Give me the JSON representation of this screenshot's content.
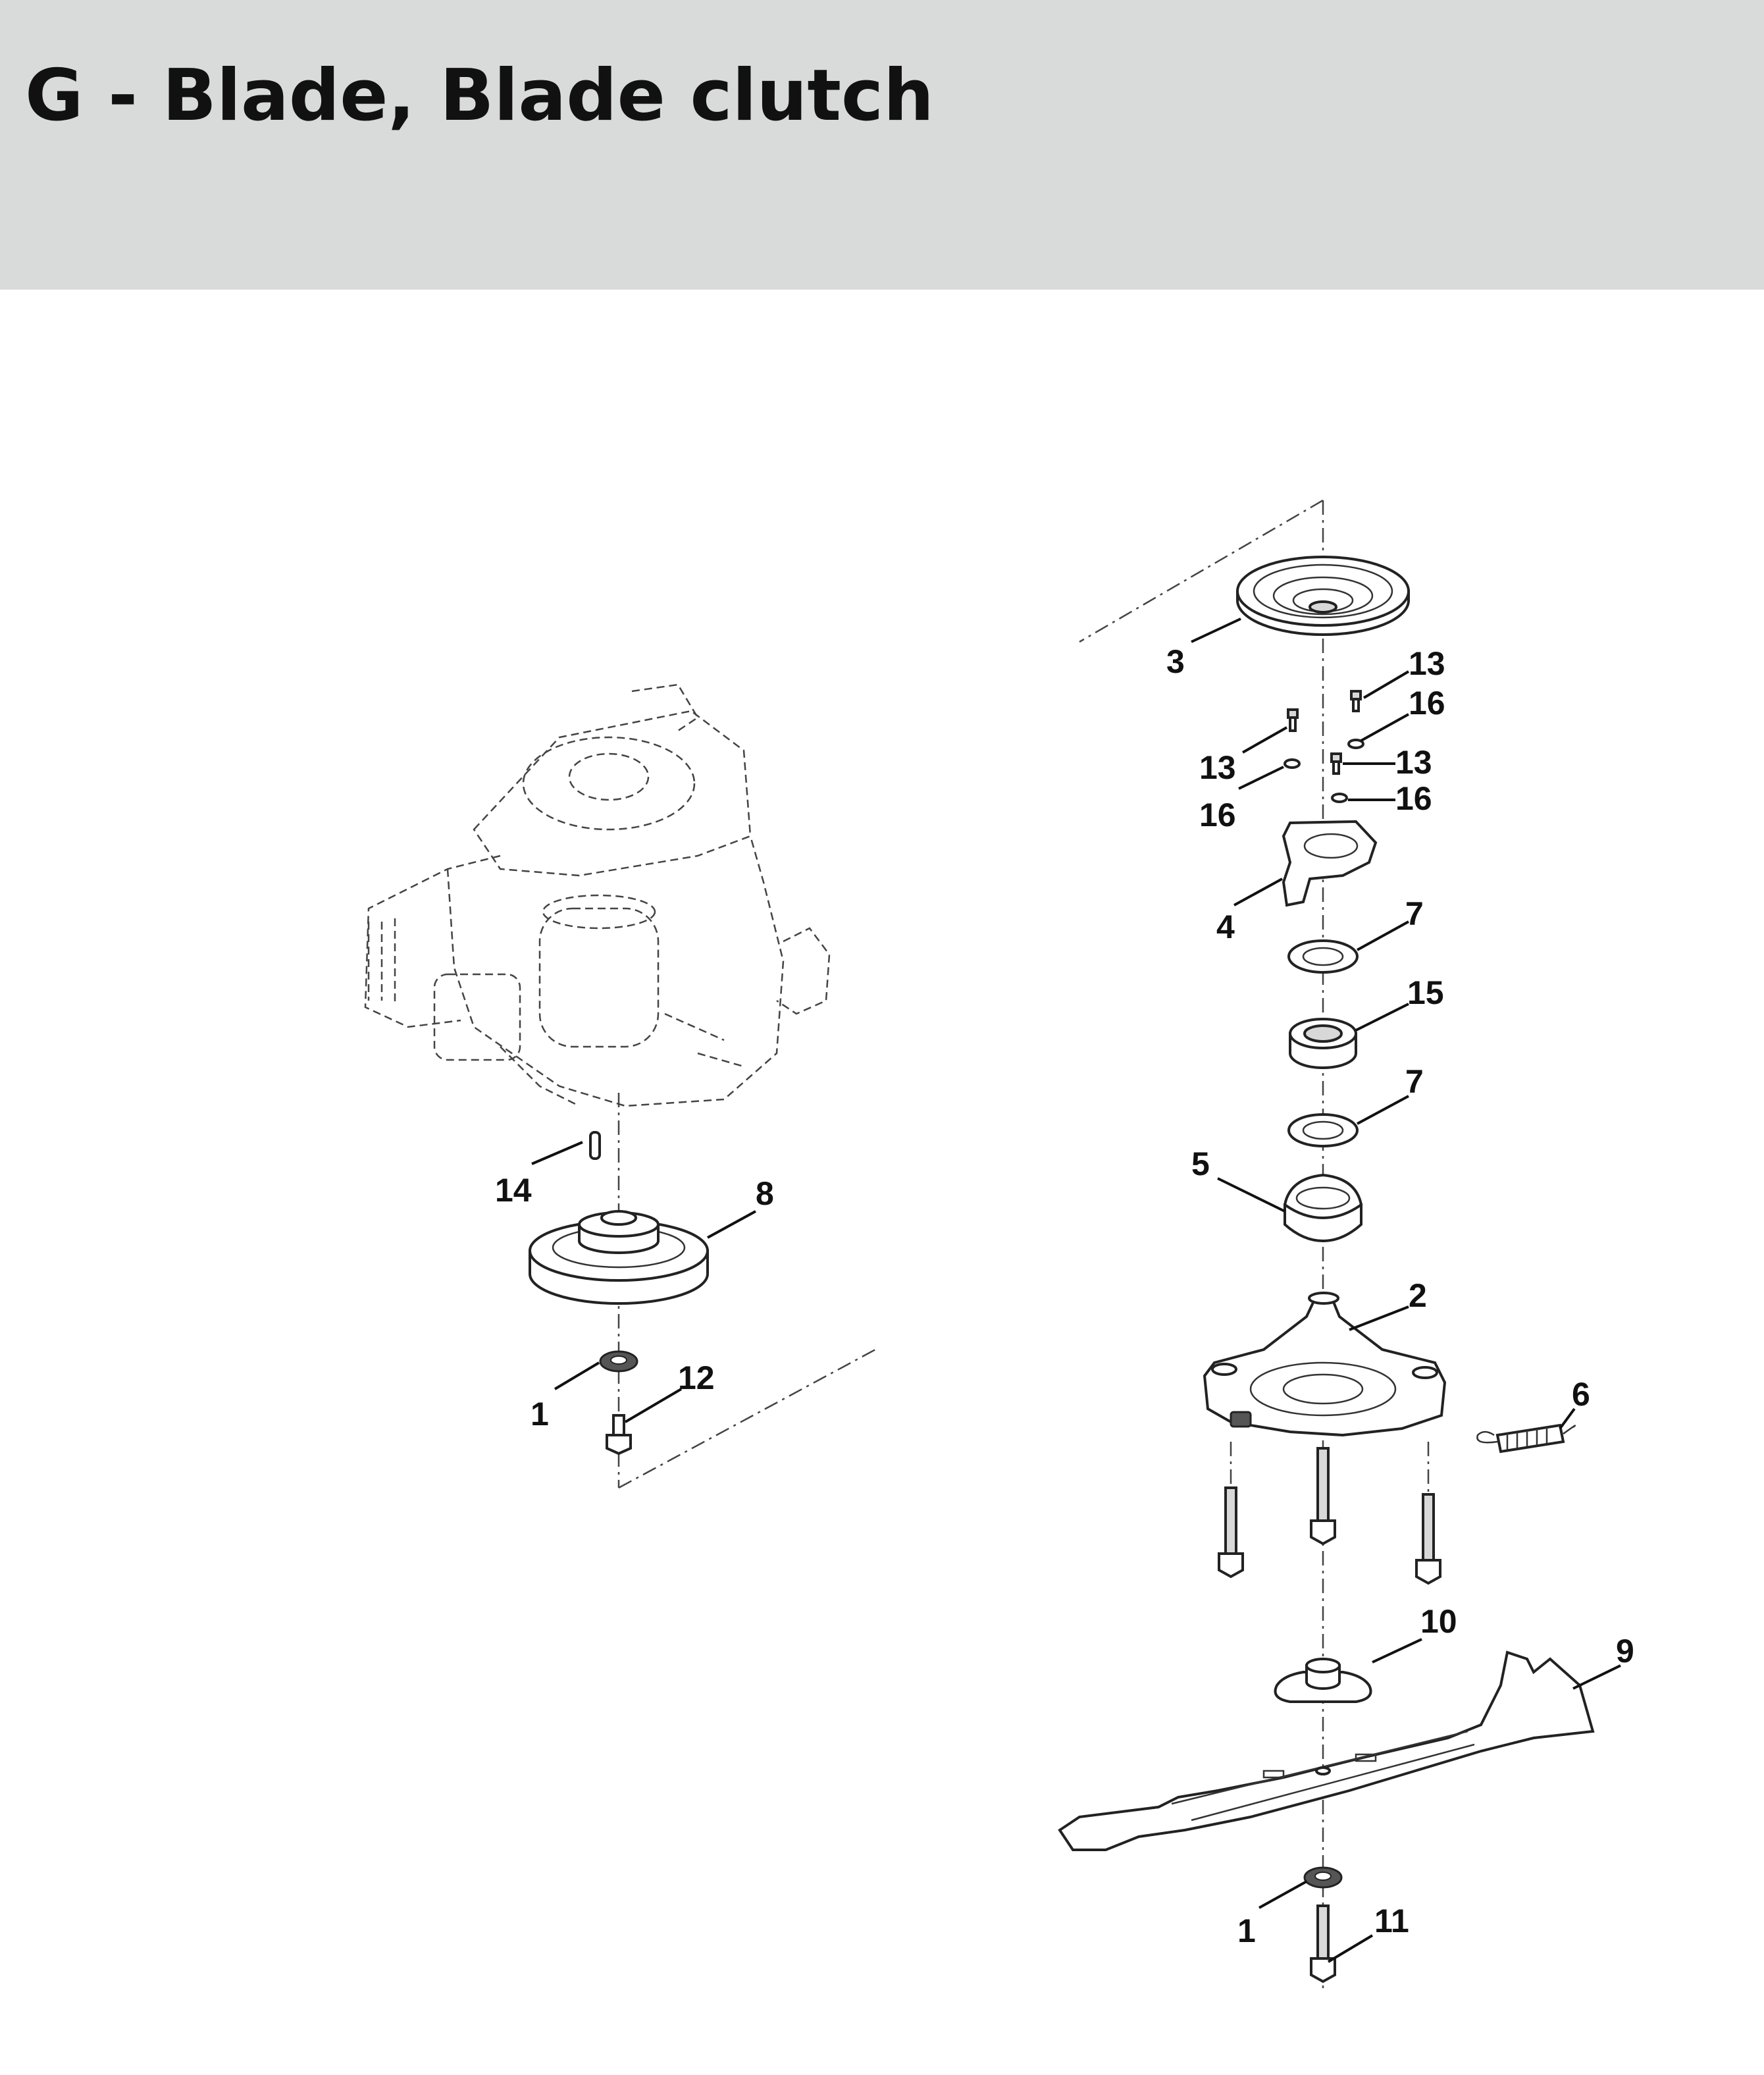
{
  "header": {
    "title": "G - Blade, Blade clutch",
    "background": "#d9dbda"
  },
  "diagram": {
    "callouts": {
      "c1a": "1",
      "c12": "12",
      "c14": "14",
      "c8": "8",
      "c3": "3",
      "c13a": "13",
      "c16a": "16",
      "c13b": "13",
      "c16b": "16",
      "c13c": "13",
      "c16c": "16",
      "c4": "4",
      "c7a": "7",
      "c15": "15",
      "c7b": "7",
      "c5": "5",
      "c2": "2",
      "c6": "6",
      "c10": "10",
      "c9": "9",
      "c1b": "1",
      "c11": "11"
    }
  }
}
